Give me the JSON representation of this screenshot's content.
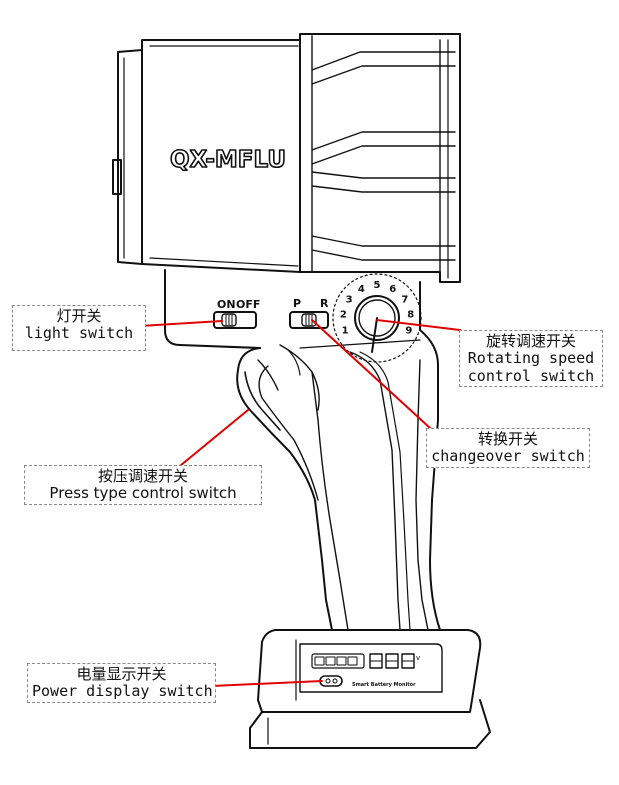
{
  "product": {
    "model_name": "QX-MFLU"
  },
  "switch_labels": {
    "on": "ON",
    "off": "OFF",
    "p": "P",
    "r": "R"
  },
  "dial_numbers": [
    "1",
    "2",
    "3",
    "4",
    "5",
    "6",
    "7",
    "8",
    "9"
  ],
  "battery": {
    "display_caption": "Smart Battery Monitor"
  },
  "callouts": {
    "light_switch": {
      "zh": "灯开关",
      "en": "light switch"
    },
    "rotating_speed": {
      "zh": "旋转调速开关",
      "en_line1": "Rotating speed",
      "en_line2": "control switch"
    },
    "changeover": {
      "zh": "转换开关",
      "en": "changeover switch"
    },
    "press_type": {
      "zh": "按压调速开关",
      "en": "Press type control switch"
    },
    "power_display": {
      "zh": "电量显示开关",
      "en": "Power display switch"
    }
  },
  "colors": {
    "outline": "#111111",
    "leader": "#e00000",
    "callout_border": "#8a8a8a"
  }
}
